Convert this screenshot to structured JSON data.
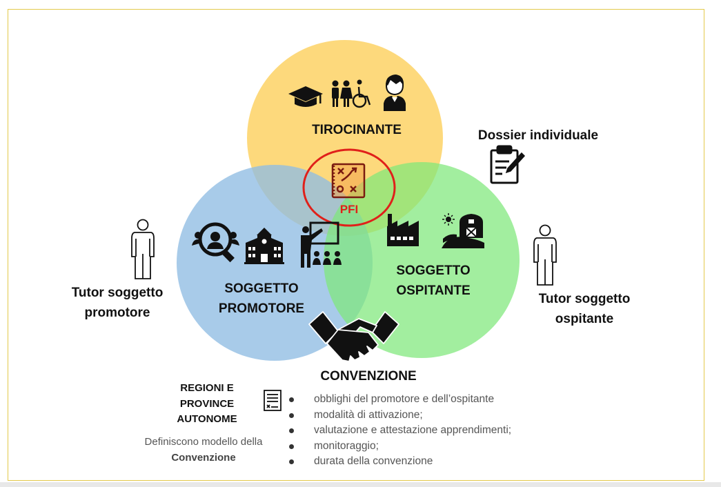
{
  "circles": {
    "tirocinante": {
      "label": "TIROCINANTE",
      "color": "#fdd46a"
    },
    "promotore": {
      "label_line1": "SOGGETTO",
      "label_line2": "PROMOTORE",
      "color": "#8fbce3"
    },
    "ospitante": {
      "label_line1": "SOGGETTO",
      "label_line2": "OSPITANTE",
      "color": "#7ee87a"
    }
  },
  "center": {
    "label": "PFI",
    "accent_color": "#e0201a"
  },
  "dossier": {
    "label": "Dossier individuale"
  },
  "tutors": {
    "promotore": {
      "line1": "Tutor soggetto",
      "line2": "promotore"
    },
    "ospitante": {
      "line1": "Tutor soggetto",
      "line2": "ospitante"
    }
  },
  "convenzione": {
    "title": "CONVENZIONE",
    "items": [
      "obblighi del promotore e dell’ospitante",
      "modalità di attivazione;",
      "valutazione e attestazione apprendimenti;",
      "monitoraggio;",
      "durata della convenzione"
    ]
  },
  "regioni": {
    "line1": "REGIONI E",
    "line2": "PROVINCE",
    "line3": "AUTONOME",
    "desc_line1": "Definiscono modello della",
    "desc_line2": "Convenzione"
  },
  "icons": [
    "graduation-cap-icon",
    "family-icon",
    "wheelchair-icon",
    "student-icon",
    "clipboard-edit-icon",
    "strategy-plan-icon",
    "person-outline-icon",
    "search-person-icon",
    "school-icon",
    "teacher-class-icon",
    "factory-icon",
    "farm-barn-icon",
    "handshake-icon",
    "document-icon"
  ]
}
